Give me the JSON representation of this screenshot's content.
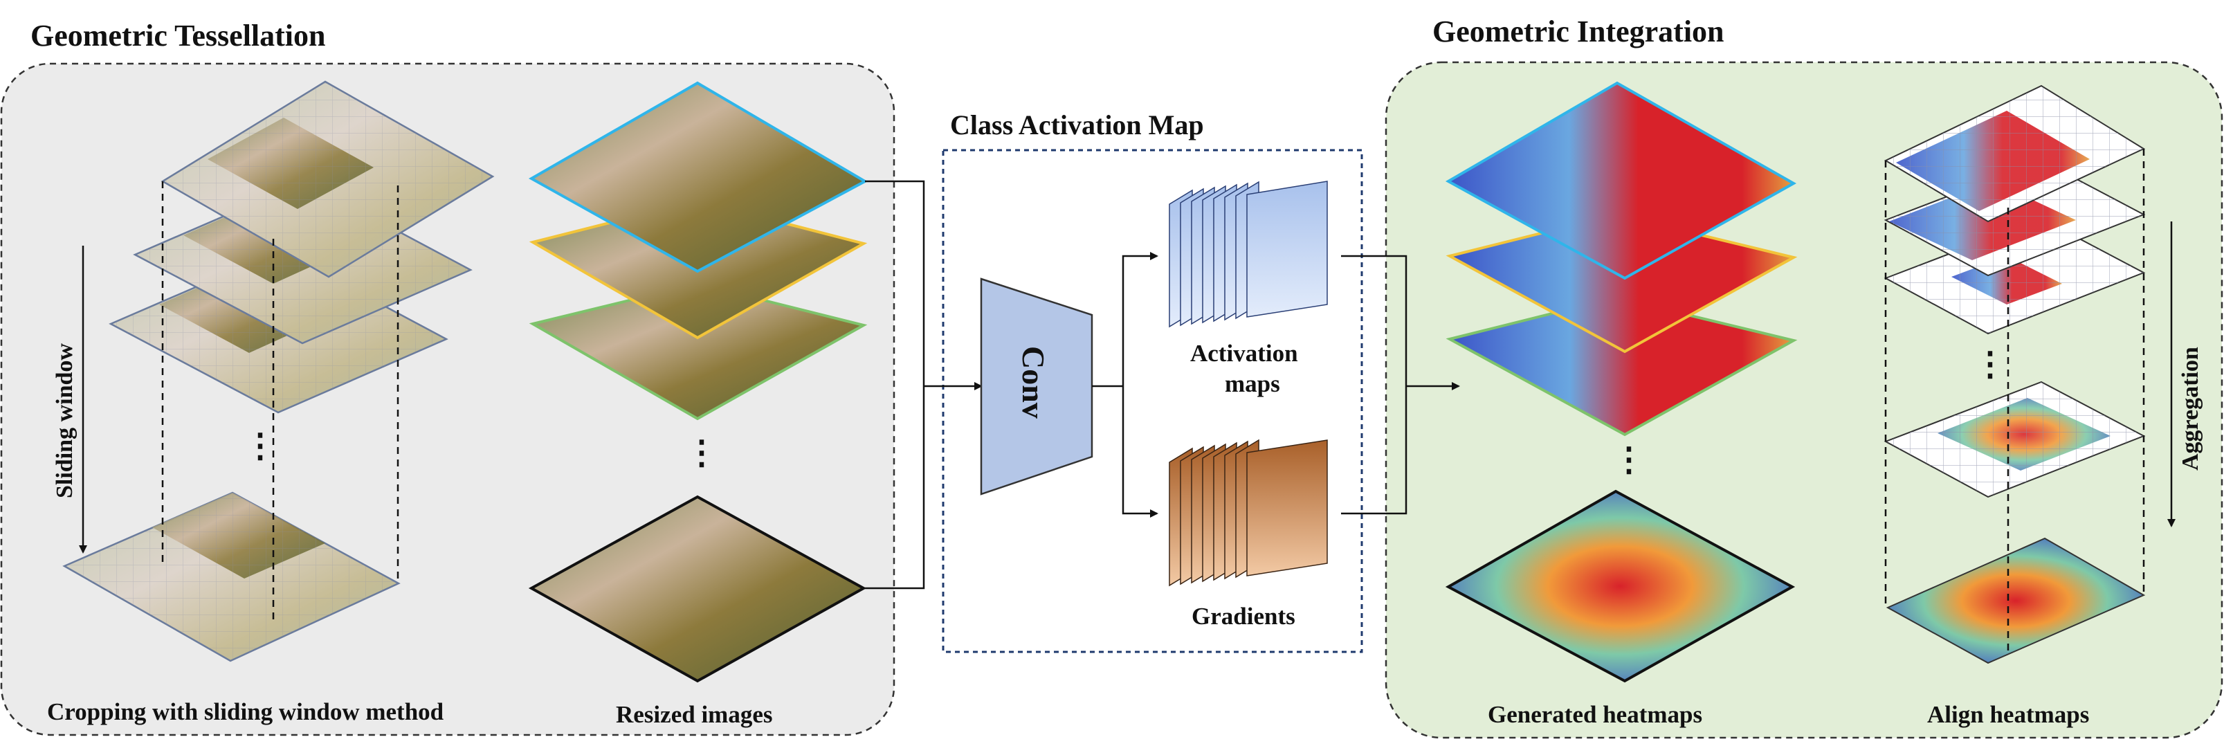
{
  "titles": {
    "tessellation": "Geometric Tessellation",
    "integration": "Geometric Integration",
    "cam": "Class Activation Map"
  },
  "captions": {
    "cropping": "Cropping with sliding window method",
    "resized": "Resized images",
    "generated": "Generated heatmaps",
    "align": "Align heatmaps",
    "activation_line1": "Activation",
    "activation_line2": "maps",
    "gradients": "Gradients"
  },
  "labels": {
    "sliding_window": "Sliding window",
    "aggregation": "Aggregation",
    "conv": "Conv",
    "ellipsis": "⋮"
  },
  "colors": {
    "tessellation_panel": "#ebebeb",
    "integration_panel": "#e2eed7",
    "conv_block": "#b4c6e7",
    "activation_maps": "#c9daf8",
    "gradients": "#d98e52",
    "resized_border_blue": "#2fb5ea",
    "resized_border_yellow": "#f2c43a",
    "resized_border_green": "#7ec36b",
    "heatmap_hot": "#d8222a",
    "heatmap_cool": "#3c55c8"
  }
}
